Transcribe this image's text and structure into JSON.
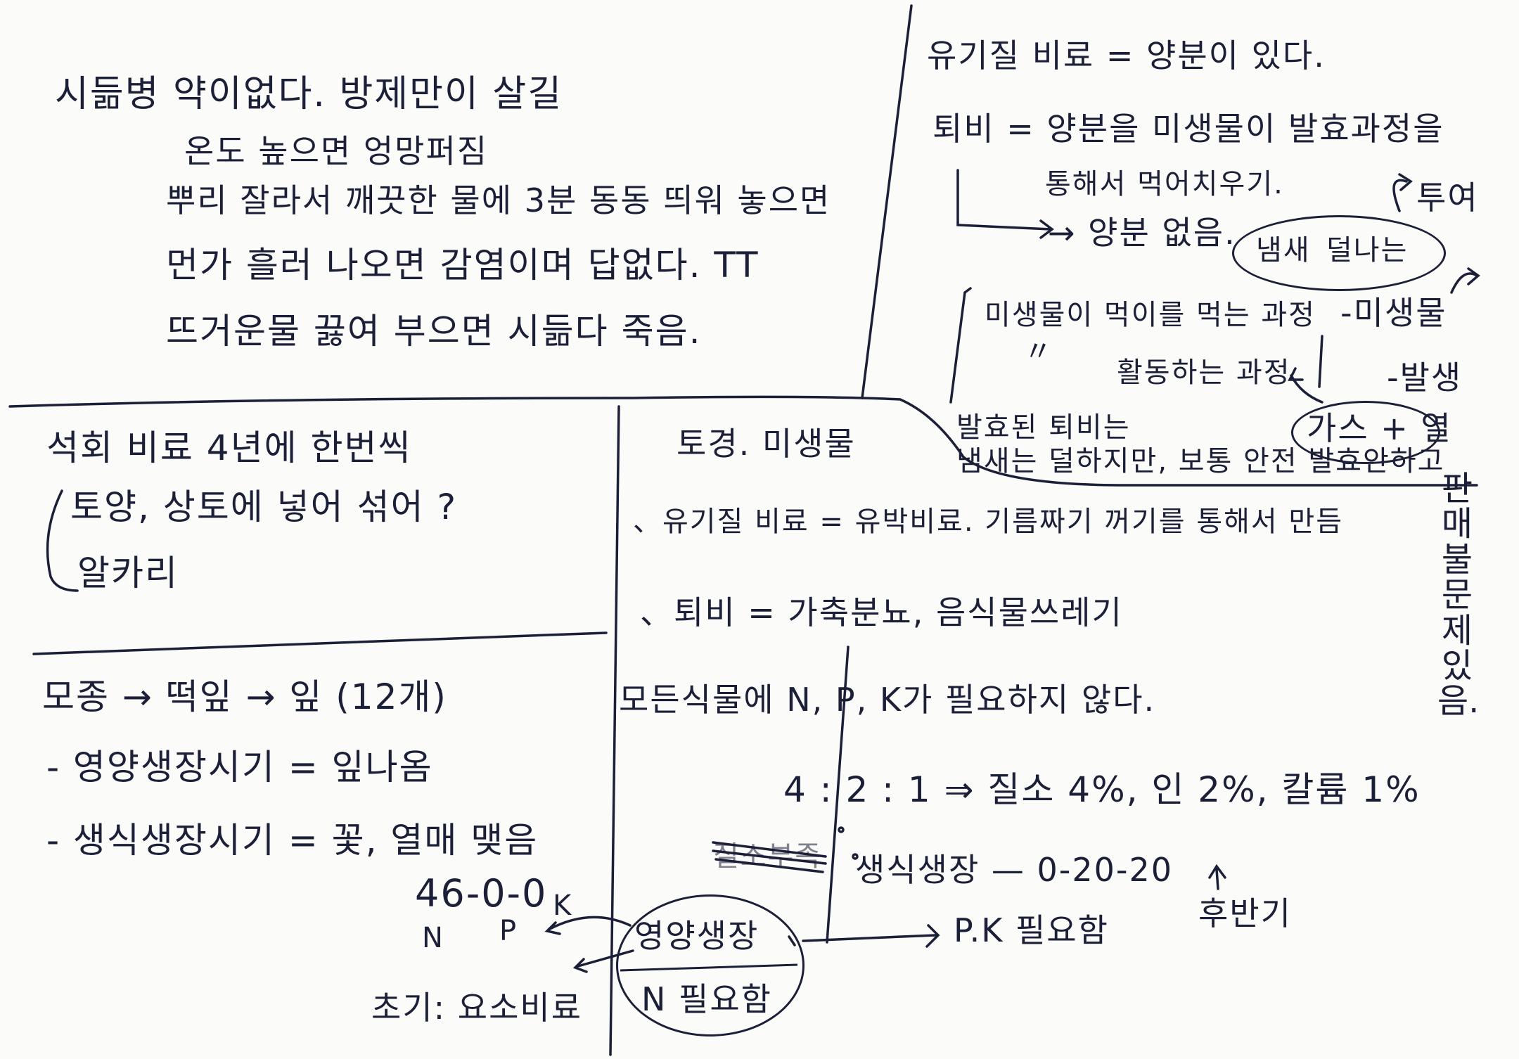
{
  "left_top": {
    "line1": "시듦병 약이없다. 방제만이 살길",
    "line2": "온도 높으면 엉망퍼짐",
    "line3": "뿌리 잘라서 깨끗한 물에 3분 동동 띄워 놓으면",
    "line4": "먼가 흘러 나오면 감염이며 답없다. TT",
    "line5": "뜨거운물 끓여 부으면 시듦다 죽음."
  },
  "left_mid": {
    "line1": "석회 비료 4년에 한번씩",
    "line2": "토양, 상토에 넣어 섞어 ?",
    "line3": "알카리"
  },
  "left_bottom": {
    "line1": "모종 → 떡잎 → 잎 (12개)",
    "line2": "- 영양생장시기 = 잎나옴",
    "line3": "- 생식생장시기 = 꽃, 열매 맺음",
    "npk_value": "46-0-0",
    "npk_n": "N",
    "npk_p": "P",
    "npk_k": "K",
    "early": "초기: 요소비료"
  },
  "ovals": {
    "veg_top": "영양생장",
    "veg_bottom": "N 필요함",
    "smell_top": "냄새",
    "smell_bottom": "덜나는",
    "gas": "가스 + 열"
  },
  "right_top": {
    "line1": "유기질 비료 = 양분이 있다.",
    "line2": "퇴비 = 양분을 미생물이 발효과정을",
    "line3": "통해서 먹어치우기.",
    "line4": "→ 양분 없음.",
    "line5": "미생물이 먹이를 먹는 과정",
    "line6": "〃",
    "line7": "활동하는 과정",
    "add": "투여",
    "microbe": "-미생물",
    "occur": "-발생",
    "line8": "발효된 퇴비는",
    "line9": "냄새는 덜하지만, 보통 안전 발효안하고"
  },
  "right_bottom": {
    "line1": "토경. 미생물",
    "line2": "、유기질 비료 = 유박비료. 기름짜기 꺼기를 통해서 만듬",
    "line3": "、퇴비 = 가축분뇨, 음식물쓰레기",
    "line4": "모든식물에 N, P, K가 필요하지 않다.",
    "line5": "4 : 2 : 1 ⇒ 질소 4%, 인 2%, 칼륨 1%",
    "crossed": "질소부족",
    "line6": "생식생장 — 0-20-20",
    "line7": "P.K 필요함",
    "later": "후반기",
    "vertical": "판매 불 문제있음."
  }
}
